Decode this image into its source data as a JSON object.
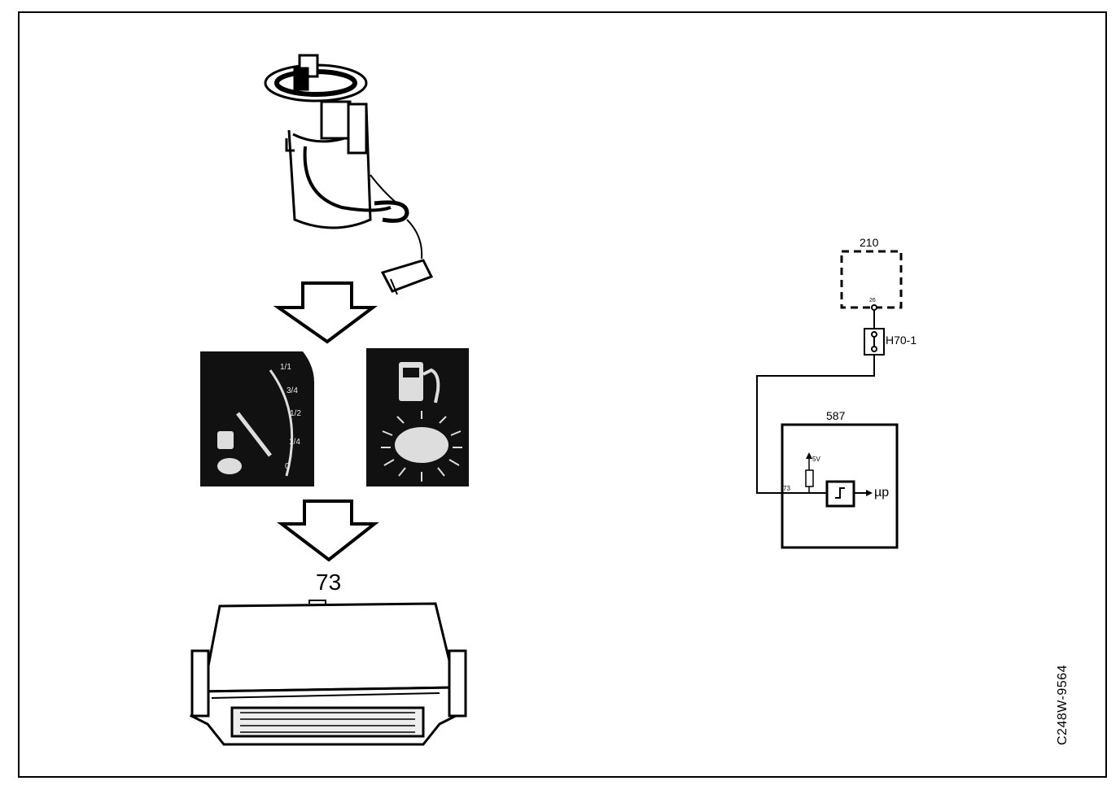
{
  "labels": {
    "control_module": "73",
    "component_210": "210",
    "component_587": "587",
    "connector": "H70-1",
    "pin_73": "73",
    "pin_26": "26",
    "voltage": "5V",
    "output": "µp",
    "figure_code": "C248W-9564"
  },
  "gauge": {
    "scale": [
      "1/1",
      "3/4",
      "1/2",
      "1/4",
      "0"
    ]
  },
  "icons": [
    "fuel-pump-sender-icon",
    "arrow-down-icon",
    "fuel-gauge-icon",
    "low-fuel-warning-icon",
    "control-module-icon"
  ]
}
